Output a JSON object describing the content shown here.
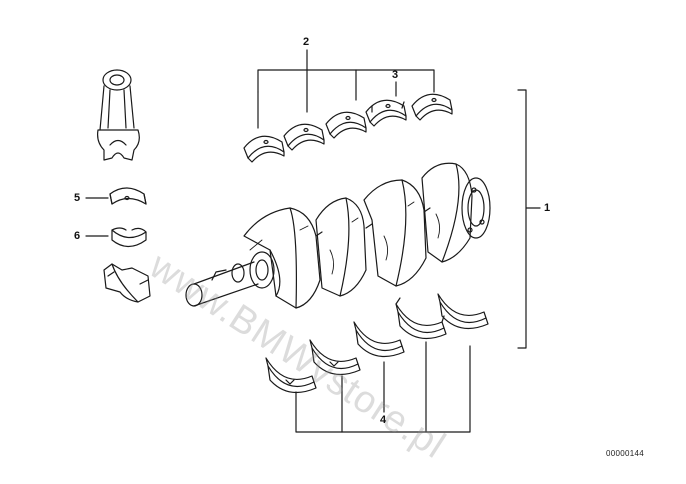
{
  "callouts": {
    "c1": "1",
    "c2": "2",
    "c3": "3",
    "c4": "4",
    "c5": "5",
    "c6": "6"
  },
  "document_number": "00000144",
  "watermark": "www.BMWvstore.pl",
  "colors": {
    "line": "#1a1a1a",
    "background": "#ffffff",
    "watermark": "#969696"
  }
}
